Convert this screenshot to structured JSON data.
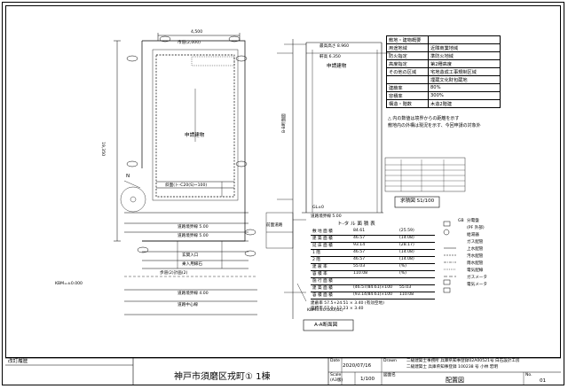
{
  "drawing": {
    "site_plan": {
      "dim_top": "4,500",
      "dim_left_total": "19,350",
      "label_road_top": "市道(2,000)",
      "label_building": "申請建物",
      "label_slope": "斜面(ト-C20(S)~100)",
      "label_road_width": "道路境界線 5.00",
      "label_road_mid": "道路境界線 5.00",
      "label_gate": "玄関入口",
      "label_parking": "乗入用縁石",
      "label_bottom_road": "歩道(2)計画(2)",
      "label_bottom_road2": "道路境界線 4.00",
      "label_site_area": "道路中心線",
      "label_note_north": "N",
      "label_bottom_left": "KBM=±0.000"
    },
    "section_aa": {
      "label_height": "最高高さ 8.960",
      "label_eave": "軒高 6.350",
      "label_gl": "GL±0",
      "label_road": "前面道路",
      "label_title": "A-A断面図",
      "label_marker": "B-B断面図",
      "label_side": "申請建物",
      "label_bottom": "道路境界線 5.00",
      "label_kbm": "KBM=±0.000(GL)"
    },
    "info_table": {
      "rows": [
        {
          "k": "敷地・建物概要",
          "v": ""
        },
        {
          "k": "用途地域",
          "v": "近隣商業地域"
        },
        {
          "k": "防火指定",
          "v": "準防火地域"
        },
        {
          "k": "高度指定",
          "v": "第2種高度"
        },
        {
          "k": "その他の区域",
          "v": "宅地造成工事規制区域"
        },
        {
          "k": "",
          "v": "埋蔵文化財包蔵地"
        },
        {
          "k": "建蔽率",
          "v": "80%"
        },
        {
          "k": "容積率",
          "v": "300%"
        },
        {
          "k": "構造・階数",
          "v": "木造2階建"
        }
      ]
    },
    "legend_note1": "△ 内の数値は境界からの距離を示す",
    "legend_note2": "敷地内の外構は現況を示す、今回申請の対象外",
    "calc_title": "求積図 S1/100",
    "area_table": {
      "title": "ト-タ ル 面 積 表",
      "rows": [
        {
          "k": "敷 地 面 積",
          "v": "84.61",
          "r": "(25.59)"
        },
        {
          "k": "建 築 面 積",
          "v": "46.57",
          "r": "(14.08)"
        },
        {
          "k": "延 床 面 積",
          "v": "93.14",
          "r": "(28.17)"
        },
        {
          "k": "1 階",
          "v": "46.57",
          "r": "(14.08)"
        },
        {
          "k": "2 階",
          "v": "46.57",
          "r": "(14.08)"
        },
        {
          "k": "建 蔽 率",
          "v": "55.03",
          "r": "(%)"
        },
        {
          "k": "容 積 率",
          "v": "110.08",
          "r": "(%)"
        },
        {
          "k": "施 行 面 積",
          "v": "",
          "r": ""
        },
        {
          "k": "建 築 面 積",
          "v": "(46.57/84.61)×100",
          "r": "55.03"
        },
        {
          "k": "容 積 面 積",
          "v": "(93.14/84.61)×100",
          "r": "110.08"
        }
      ],
      "foot1": "建蔽率 57.5+24.51 × 3.40 (有効空地)",
      "foot2": "容積率 57.0+12.23 × 3.40"
    },
    "symbol_legend": [
      {
        "sym": "GB",
        "text": "分電盤"
      },
      {
        "sym": "",
        "text": "(PF 外部)"
      },
      {
        "sym": "",
        "text": "給湯器"
      },
      {
        "sym": "",
        "text": "ガス配管"
      },
      {
        "sym": "",
        "text": "上水配管"
      },
      {
        "sym": "",
        "text": "汚水配管"
      },
      {
        "sym": "",
        "text": "雨水配管"
      },
      {
        "sym": "",
        "text": "電気配線"
      },
      {
        "sym": "",
        "text": "ガスメータ"
      },
      {
        "sym": "",
        "text": "電気メータ"
      }
    ]
  },
  "title_block": {
    "label_revision": "改訂履歴",
    "project_name": "神戸市須磨区戎町① 1棟",
    "label_date": "Date",
    "date_value": "2020/07/16",
    "label_scale": "Scale",
    "scale_sub": "(A3版)",
    "scale_value": "1/100",
    "label_drawn": "Drawn",
    "office_line1": "二級建築士事務所 兵庫県知事登録02A00521号 白石設計工房",
    "office_line2": "二級建築士 兵庫県知事登録 100238 号 小林 宏明",
    "label_drawing_name": "図面名",
    "drawing_name": "配置図",
    "label_no": "No.",
    "no_value": "01"
  }
}
